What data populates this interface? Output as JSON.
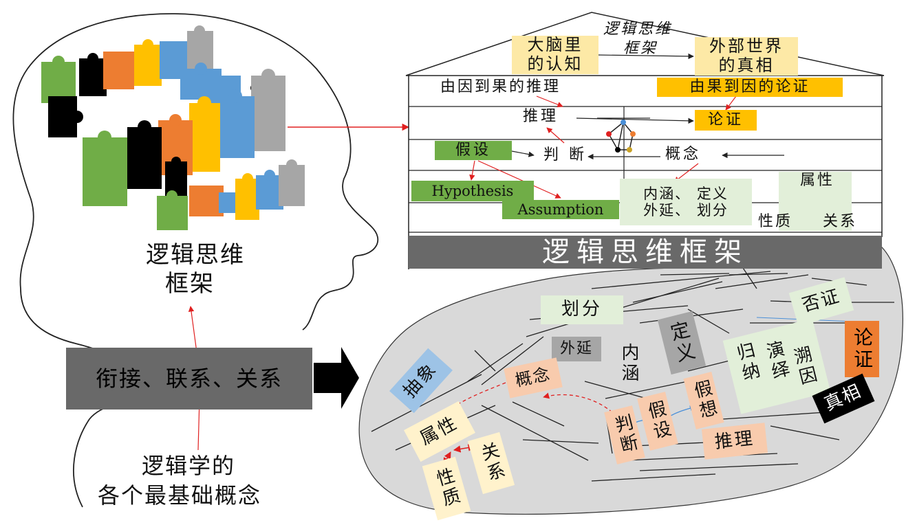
{
  "colors": {
    "green": "#70ad47",
    "light_green": "#e2efd9",
    "yellow": "#fde9a6",
    "orange": "#ffc000",
    "peach": "#f8cbad",
    "cream": "#fff2cc",
    "gray": "#a6a6a6",
    "dark_gray": "#696969",
    "blue": "#9dc3e6",
    "burnt_orange": "#ed7d31",
    "arrow_red": "#e02020",
    "road_gray": "#d9d9d9"
  },
  "head": {
    "caption_line1": "逻辑思维",
    "caption_line2": "框架"
  },
  "house": {
    "roof_title_line1": "逻辑思维",
    "roof_title_line2": "框架",
    "brain": "大脑里的认知",
    "brain_line1": "大脑里",
    "brain_line2": "的认知",
    "world_line1": "外部世界",
    "world_line2": "的真相",
    "cause_to_effect": "由因到果的推理",
    "effect_to_cause": "由果到因的论证",
    "reasoning": "推理",
    "proof": "论证",
    "hypothesis_cn": "假设",
    "judgment": "判 断",
    "concept": "概念",
    "hypothesis_en": "Hypothesis",
    "assumption_en": "Assumption",
    "intension_line1": "内涵、 定义",
    "intension_line2": "外延、 划分",
    "attribute": "属性",
    "property": "性质",
    "relation": "关系",
    "banner": "逻辑思维框架"
  },
  "left": {
    "link_box": "衔接、联系、关系",
    "basics_line1": "逻辑学的",
    "basics_line2": "各个最基础概念"
  },
  "map": {
    "divide": "划分",
    "extension": "外延",
    "intension": "内涵",
    "definition": "定义",
    "falsify": "否证",
    "induction": "归纳",
    "deduction": "演绎",
    "abduction": "溯因",
    "proof": "论证",
    "truth": "真相",
    "abstraction": "抽象",
    "concept": "概念",
    "judgment": "判断",
    "assumption": "假设",
    "hypothesis": "假想",
    "reasoning": "推理",
    "attribute": "属性",
    "relation": "关系",
    "property": "性质"
  }
}
